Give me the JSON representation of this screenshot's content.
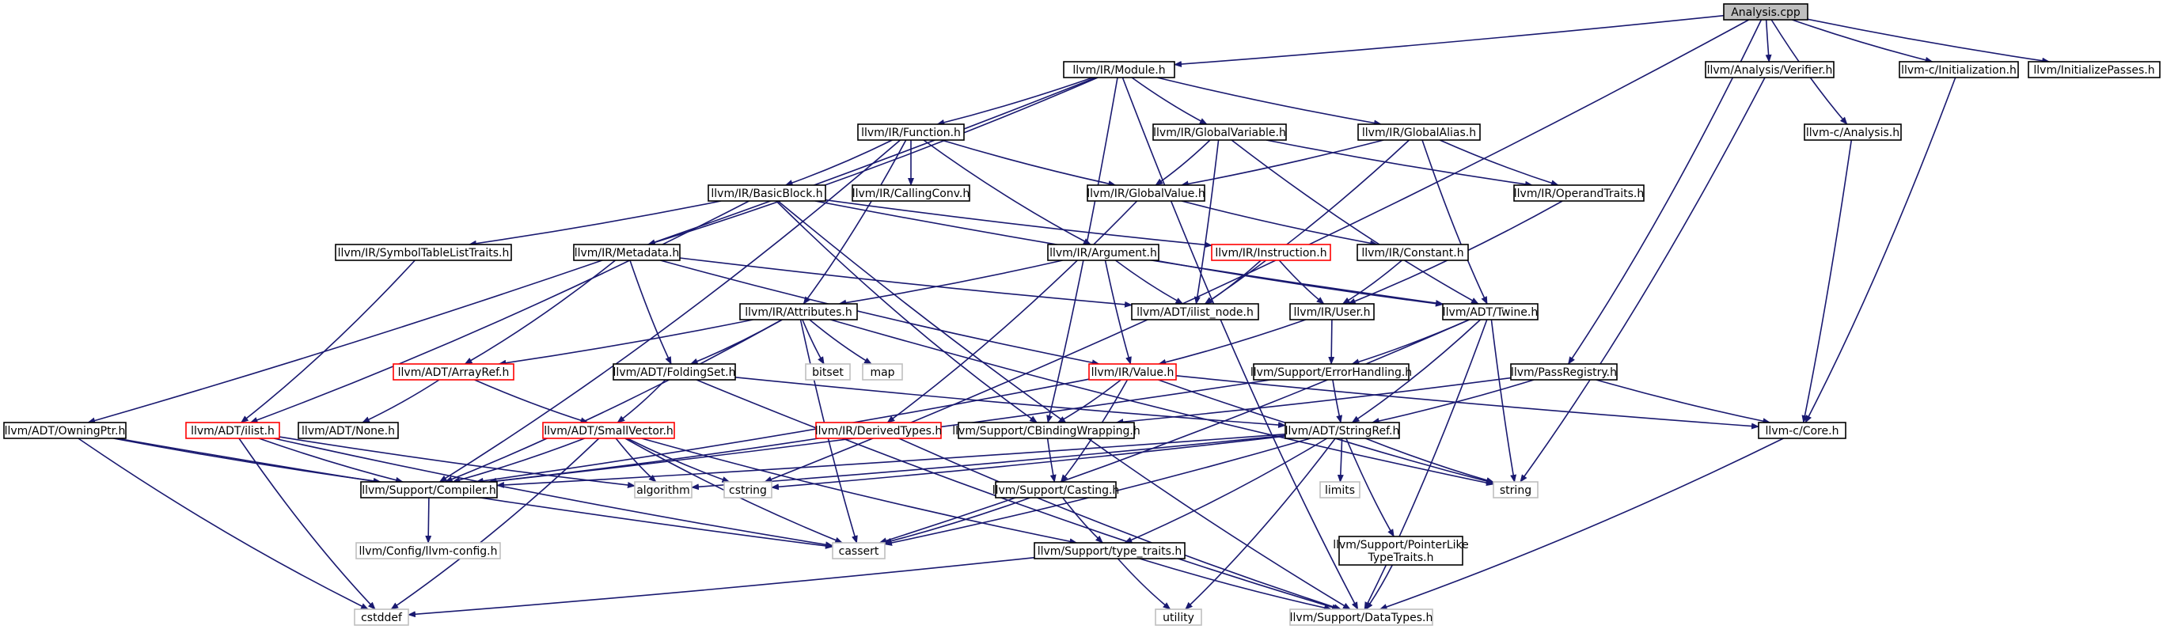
{
  "nodes": {
    "n_analysis": [
      "Analysis.cpp"
    ],
    "n_module": [
      "llvm/IR/Module.h"
    ],
    "n_verifier": [
      "llvm/Analysis/Verifier.h"
    ],
    "n_cinit": [
      "llvm-c/Initialization.h"
    ],
    "n_initpasses": [
      "llvm/InitializePasses.h"
    ],
    "n_function": [
      "llvm/IR/Function.h"
    ],
    "n_globalvariable": [
      "llvm/IR/GlobalVariable.h"
    ],
    "n_globalalias": [
      "llvm/IR/GlobalAlias.h"
    ],
    "n_canalysis": [
      "llvm-c/Analysis.h"
    ],
    "n_basicblock": [
      "llvm/IR/BasicBlock.h"
    ],
    "n_callingconv": [
      "llvm/IR/CallingConv.h"
    ],
    "n_globalvalue": [
      "llvm/IR/GlobalValue.h"
    ],
    "n_operandtraits": [
      "llvm/IR/OperandTraits.h"
    ],
    "n_symtab": [
      "llvm/IR/SymbolTableListTraits.h"
    ],
    "n_metadata": [
      "llvm/IR/Metadata.h"
    ],
    "n_argument": [
      "llvm/IR/Argument.h"
    ],
    "n_instruction": [
      "llvm/IR/Instruction.h"
    ],
    "n_constant": [
      "llvm/IR/Constant.h"
    ],
    "n_attributes": [
      "llvm/IR/Attributes.h"
    ],
    "n_ilistnode": [
      "llvm/ADT/ilist_node.h"
    ],
    "n_user": [
      "llvm/IR/User.h"
    ],
    "n_twine": [
      "llvm/ADT/Twine.h"
    ],
    "n_bitset": [
      "bitset"
    ],
    "n_map": [
      "map"
    ],
    "n_arrayref": [
      "llvm/ADT/ArrayRef.h"
    ],
    "n_foldingset": [
      "llvm/ADT/FoldingSet.h"
    ],
    "n_value": [
      "llvm/IR/Value.h"
    ],
    "n_errorhandling": [
      "llvm/Support/ErrorHandling.h"
    ],
    "n_passregistry": [
      "llvm/PassRegistry.h"
    ],
    "n_owningptr": [
      "llvm/ADT/OwningPtr.h"
    ],
    "n_ilist": [
      "llvm/ADT/ilist.h"
    ],
    "n_none": [
      "llvm/ADT/None.h"
    ],
    "n_smallvector": [
      "llvm/ADT/SmallVector.h"
    ],
    "n_derivedtypes": [
      "llvm/IR/DerivedTypes.h"
    ],
    "n_cbinding": [
      "llvm/Support/CBindingWrapping.h"
    ],
    "n_stringref": [
      "llvm/ADT/StringRef.h"
    ],
    "n_ccore": [
      "llvm-c/Core.h"
    ],
    "n_compiler": [
      "llvm/Support/Compiler.h"
    ],
    "n_algorithm": [
      "algorithm"
    ],
    "n_cstring": [
      "cstring"
    ],
    "n_casting": [
      "llvm/Support/Casting.h"
    ],
    "n_limits": [
      "limits"
    ],
    "n_string": [
      "string"
    ],
    "n_llvmconfig": [
      "llvm/Config/llvm-config.h"
    ],
    "n_cassert": [
      "cassert"
    ],
    "n_typetraits": [
      "llvm/Support/type_traits.h"
    ],
    "n_pointerlike": [
      "llvm/Support/PointerLike",
      "TypeTraits.h"
    ],
    "n_cstddef": [
      "cstddef"
    ],
    "n_utility": [
      "utility"
    ],
    "n_datatypes": [
      "llvm/Support/DataTypes.h"
    ]
  },
  "colors": {
    "edge": "#191970",
    "node_border": "#000000",
    "external_border": "#bfbfbf",
    "incomplete_border": "#ff0000",
    "root_fill": "#bfbfbf"
  }
}
